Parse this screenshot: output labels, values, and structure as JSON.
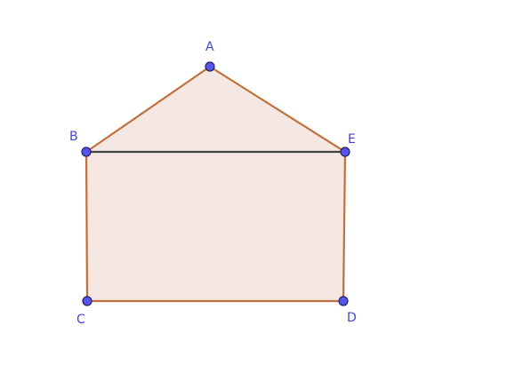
{
  "colors": {
    "fill": "#f5e8e3",
    "edge": "#c0703a",
    "segment": "#444444",
    "point_fill": "#5555ee",
    "point_stroke": "#222266",
    "label": "#4646c8"
  },
  "points": {
    "A": "A",
    "B": "B",
    "C": "C",
    "D": "D",
    "E": "E"
  }
}
